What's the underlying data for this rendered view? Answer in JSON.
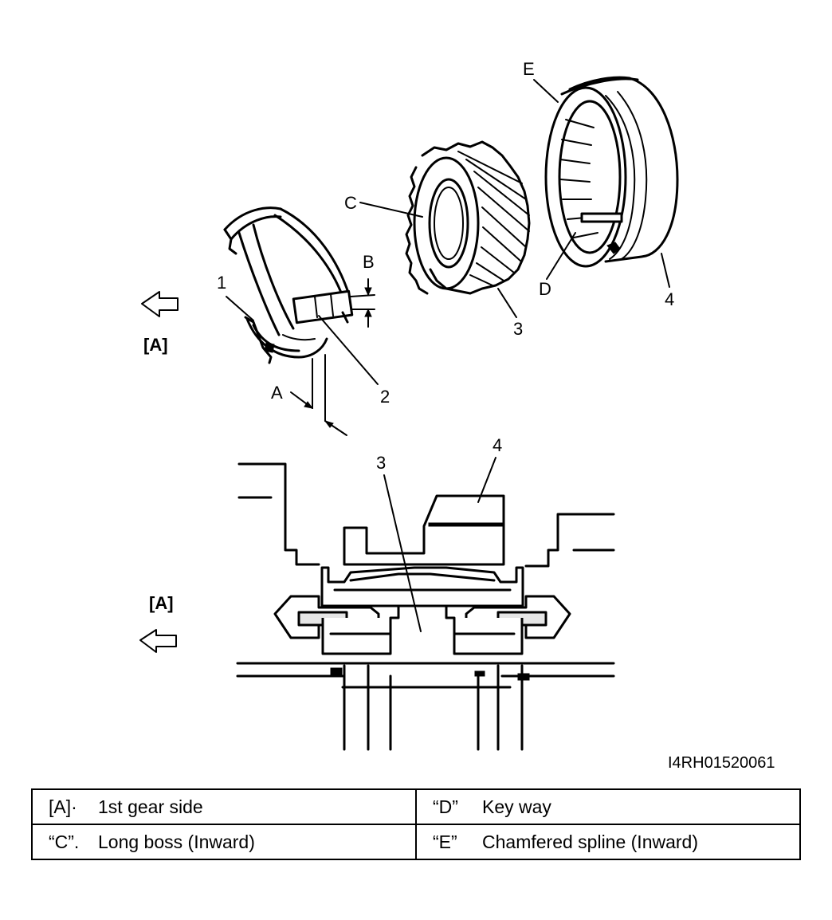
{
  "labels": {
    "part_1": "1",
    "part_2": "2",
    "part_3": "3",
    "part_4": "4",
    "part_3_section": "3",
    "part_4_section": "4",
    "c": "C",
    "d": "D",
    "e": "E",
    "a": "A",
    "b": "B",
    "side_marker_top": "[A]",
    "side_marker_bottom": "[A]"
  },
  "figure_code": "I4RH01520061",
  "legend": {
    "rows": [
      {
        "left": {
          "key": "[A]·",
          "text": "1st gear side"
        },
        "right": {
          "key": "“D”",
          "text": "Key way"
        }
      },
      {
        "left": {
          "key": "“C”.",
          "text": "Long boss (Inward)"
        },
        "right": {
          "key": "“E”",
          "text": "Chamfered spline (Inward)"
        }
      }
    ]
  },
  "icons": {
    "direction_arrow": "left-arrow-outline-icon"
  }
}
